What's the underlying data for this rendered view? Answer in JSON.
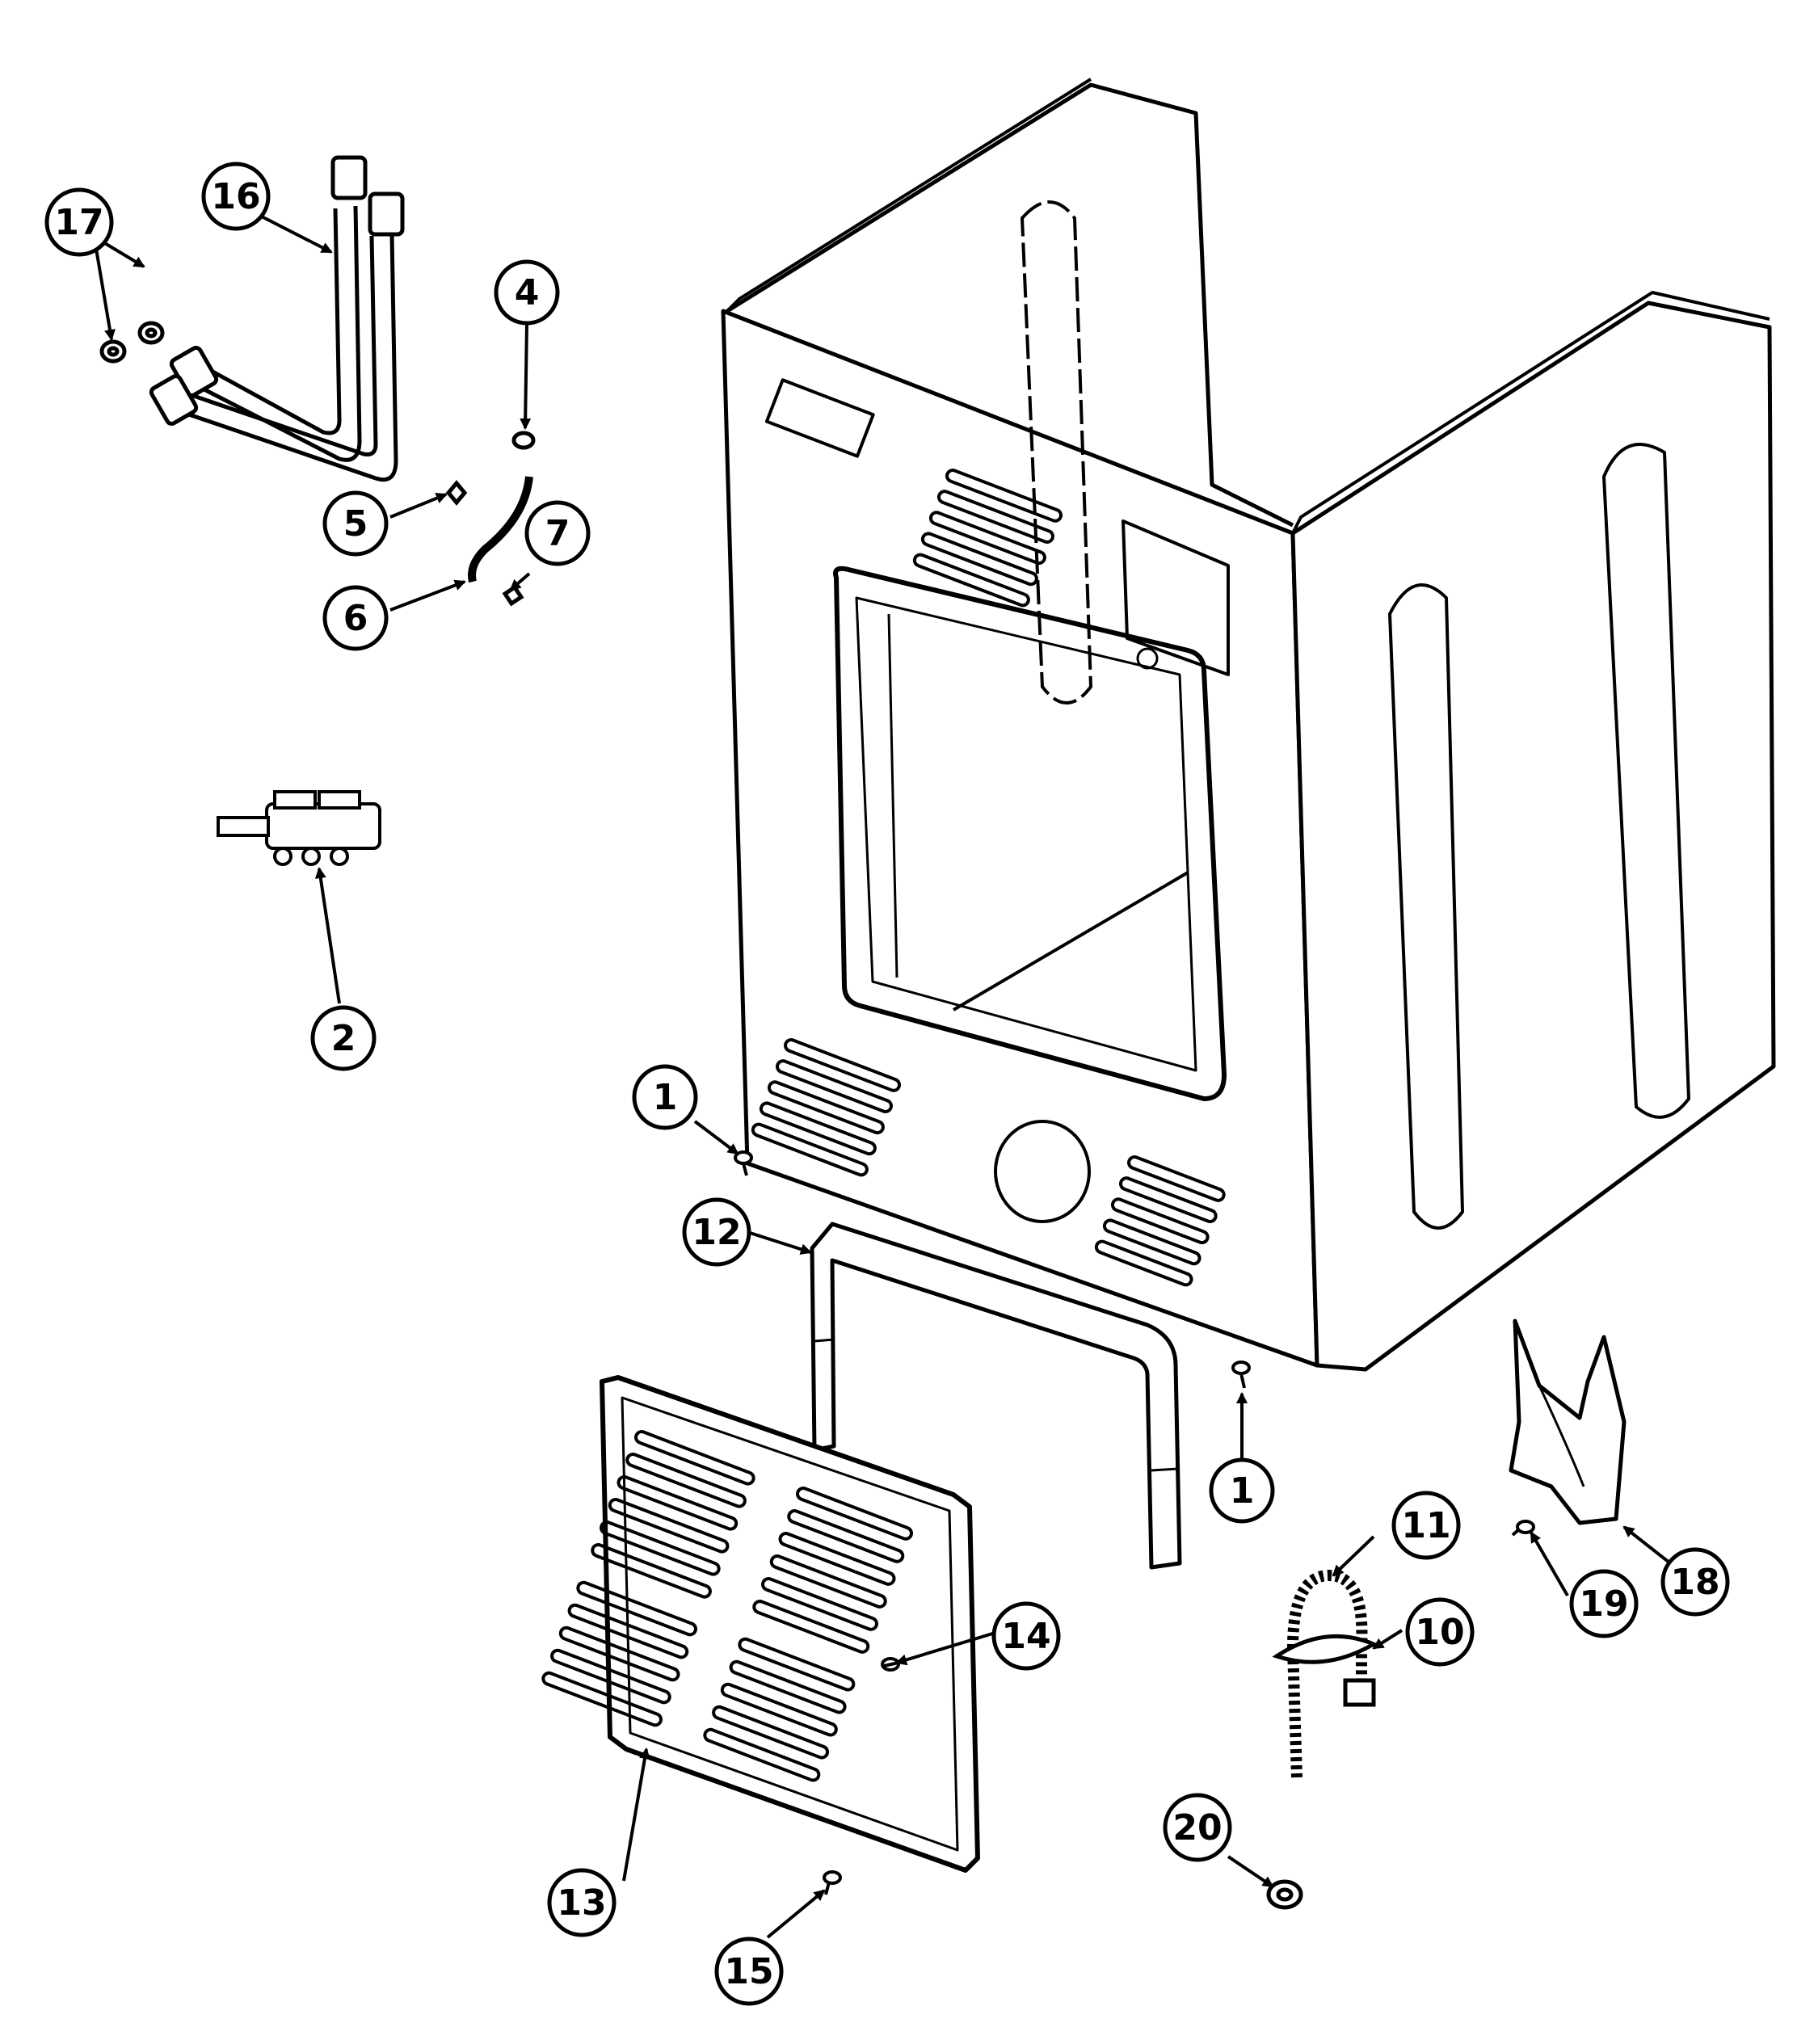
{
  "diagram": {
    "callouts": [
      {
        "id": "c1a",
        "label": "1"
      },
      {
        "id": "c1b",
        "label": "1"
      },
      {
        "id": "c2",
        "label": "2"
      },
      {
        "id": "c4",
        "label": "4"
      },
      {
        "id": "c5",
        "label": "5"
      },
      {
        "id": "c6",
        "label": "6"
      },
      {
        "id": "c7",
        "label": "7"
      },
      {
        "id": "c10",
        "label": "10"
      },
      {
        "id": "c11",
        "label": "11"
      },
      {
        "id": "c12",
        "label": "12"
      },
      {
        "id": "c13",
        "label": "13"
      },
      {
        "id": "c14",
        "label": "14"
      },
      {
        "id": "c15",
        "label": "15"
      },
      {
        "id": "c16",
        "label": "16"
      },
      {
        "id": "c17",
        "label": "17"
      },
      {
        "id": "c18",
        "label": "18"
      },
      {
        "id": "c19",
        "label": "19"
      },
      {
        "id": "c20",
        "label": "20"
      }
    ]
  }
}
